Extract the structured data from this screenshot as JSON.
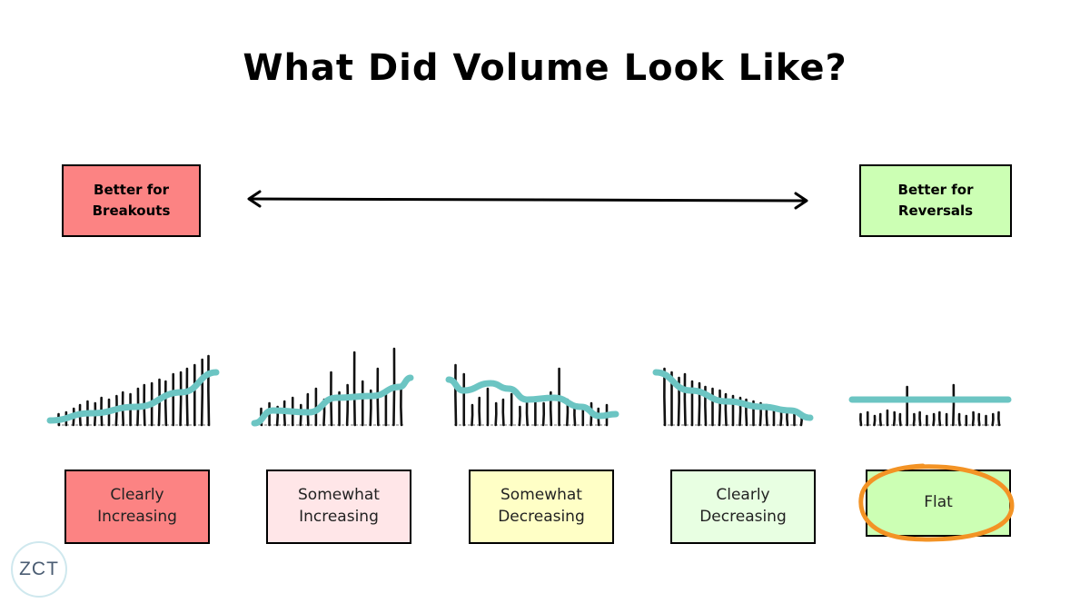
{
  "title": "What Did Volume Look Like?",
  "left_end": {
    "line1": "Better for",
    "line2": "Breakouts",
    "color": "#fc8383"
  },
  "right_end": {
    "line1": "Better for",
    "line2": "Reversals",
    "color": "#ccffb4"
  },
  "patterns": [
    {
      "line1": "Clearly",
      "line2": "Increasing",
      "color": "#fc8383"
    },
    {
      "line1": "Somewhat",
      "line2": "Increasing",
      "color": "#ffe6e8"
    },
    {
      "line1": "Somewhat",
      "line2": "Decreasing",
      "color": "#ffffc6"
    },
    {
      "line1": "Clearly",
      "line2": "Decreasing",
      "color": "#e8ffe2"
    },
    {
      "line1": "Flat",
      "line2": "",
      "color": "#ccffb4",
      "highlighted": true
    }
  ],
  "colors": {
    "trend_line": "#6cc5c3",
    "highlight_circle": "#f39325",
    "bars": "#111111"
  },
  "logo": {
    "text": "ZCT"
  }
}
